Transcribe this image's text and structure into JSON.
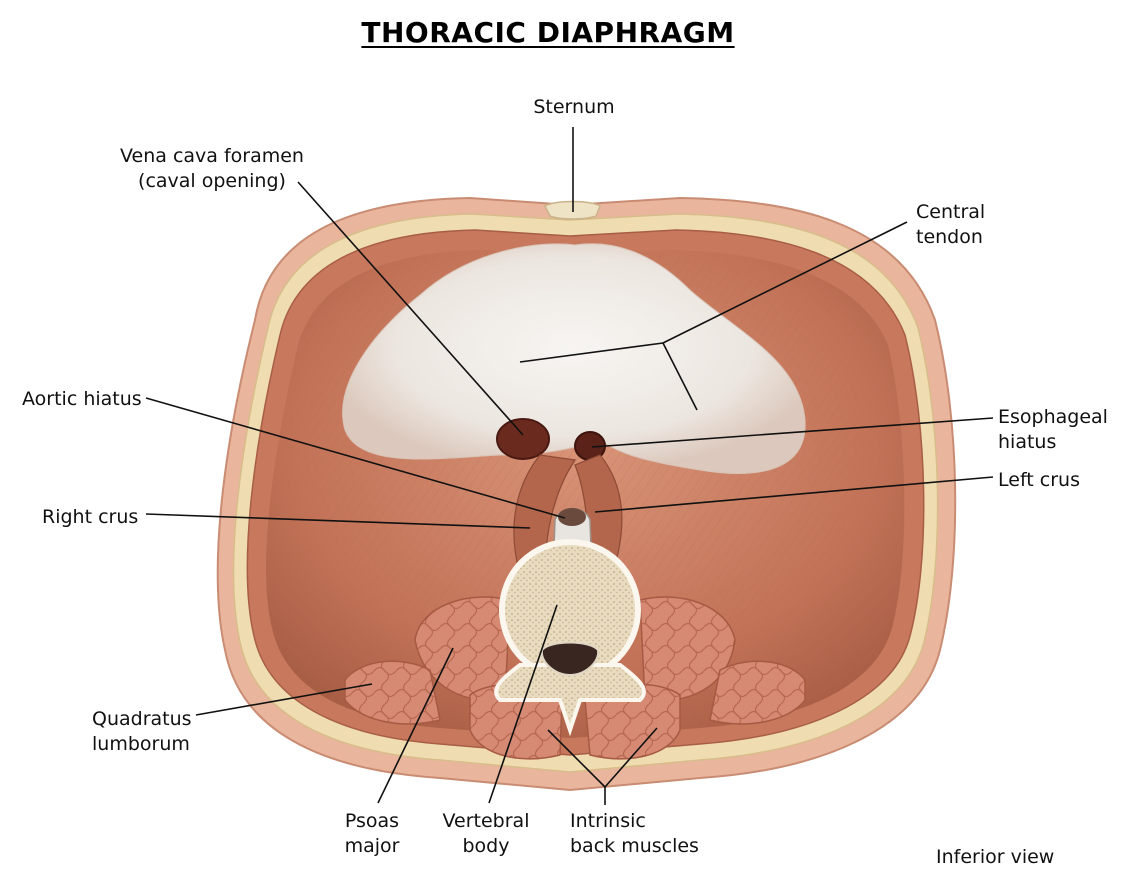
{
  "title": "THORACIC DIAPHRAGM",
  "view_note": "Inferior view",
  "labels": {
    "sternum": "Sternum",
    "vena_cava": "Vena cava foramen\n(caval opening)",
    "central_tendon": "Central\ntendon",
    "aortic_hiatus": "Aortic hiatus",
    "esophageal_hiatus": "Esophageal\nhiatus",
    "left_crus": "Left crus",
    "right_crus": "Right crus",
    "quadratus_lumborum": "Quadratus\nlumborum",
    "psoas_major": "Psoas\nmajor",
    "vertebral_body": "Vertebral\nbody",
    "intrinsic_back_muscles": "Intrinsic\nback muscles"
  },
  "colors": {
    "muscle": "#c97b5e",
    "muscle_dark": "#a45a42",
    "tendon": "#f0ece8",
    "skin": "#e8b59c",
    "bone": "#e9dcc2"
  }
}
